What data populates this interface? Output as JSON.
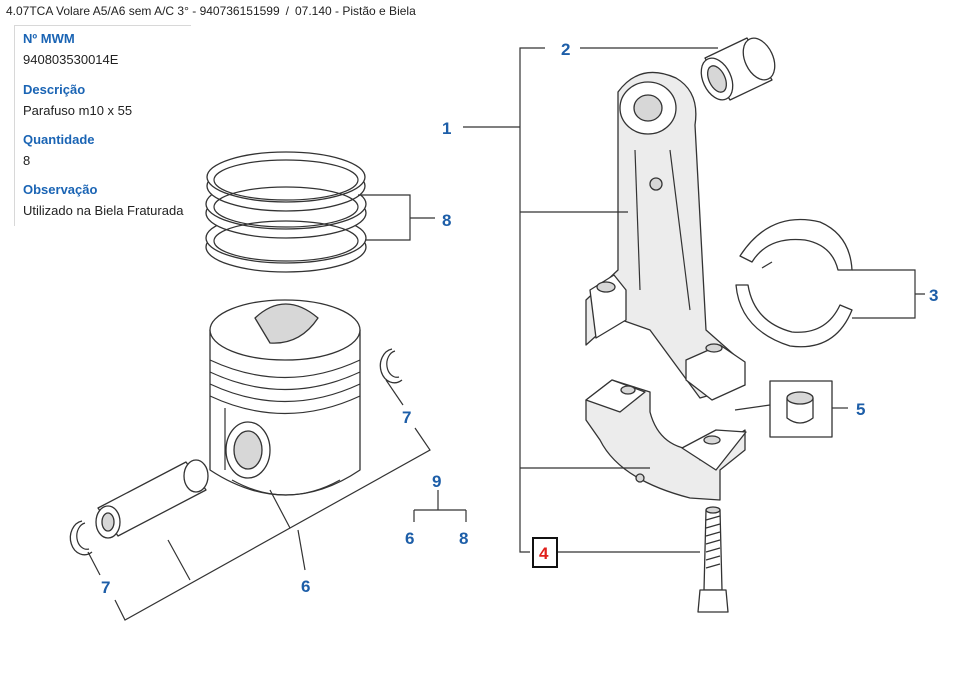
{
  "breadcrumb": {
    "model": "4.07TCA Volare A5/A6 sem A/C 3° - 940736151599",
    "separator": "/",
    "section": "07.140 - Pistão e Biela"
  },
  "part_info": {
    "mwm_label": "Nº MWM",
    "mwm_value": "940803530014E",
    "description_label": "Descrição",
    "description_value": "Parafuso m10 x 55",
    "quantity_label": "Quantidade",
    "quantity_value": "8",
    "note_label": "Observação",
    "note_value": "Utilizado na Biela Fraturada"
  },
  "callouts": {
    "c1": "1",
    "c2": "2",
    "c3": "3",
    "c4": "4",
    "c5": "5",
    "c6a": "6",
    "c6b": "6",
    "c7a": "7",
    "c7b": "7",
    "c8a": "8",
    "c8b": "8",
    "c9": "9"
  },
  "colors": {
    "label_blue": "#1d5ea8",
    "selected_red": "#e0201c",
    "panel_label": "#1a64b4"
  }
}
